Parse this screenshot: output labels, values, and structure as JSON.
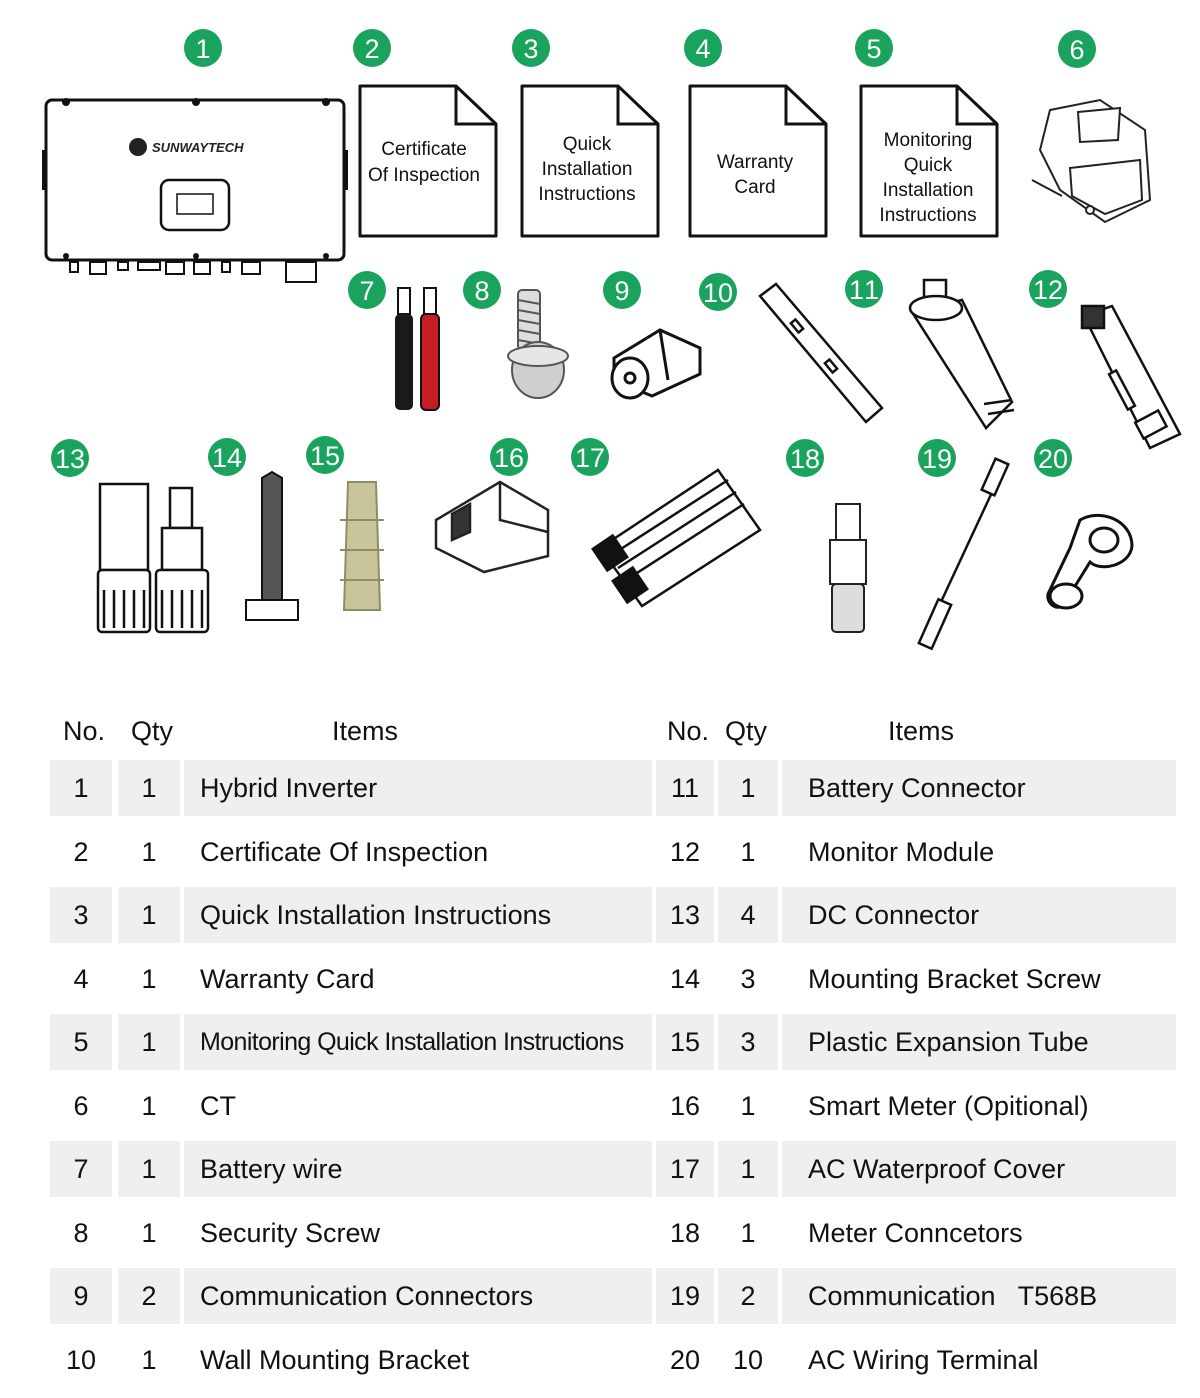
{
  "badges": [
    "1",
    "2",
    "3",
    "4",
    "5",
    "6",
    "7",
    "8",
    "9",
    "10",
    "11",
    "12",
    "13",
    "14",
    "15",
    "16",
    "17",
    "18",
    "19",
    "20"
  ],
  "inverter": {
    "brand": "SUNWAYTECH"
  },
  "docs": [
    {
      "lines": [
        "Certificate",
        "Of Inspection"
      ]
    },
    {
      "lines": [
        "Quick",
        "Installation",
        "Instructions"
      ]
    },
    {
      "lines": [
        "Warranty",
        "Card"
      ]
    },
    {
      "lines": [
        "Monitoring",
        "Quick",
        "Installation",
        "Instructions"
      ]
    }
  ],
  "table": {
    "headers": {
      "no": "No.",
      "qty": "Qty",
      "items": "Items"
    },
    "left": [
      {
        "no": "1",
        "qty": "1",
        "item": "Hybrid Inverter"
      },
      {
        "no": "2",
        "qty": "1",
        "item": "Certificate Of Inspection"
      },
      {
        "no": "3",
        "qty": "1",
        "item": "Quick Installation Instructions"
      },
      {
        "no": "4",
        "qty": "1",
        "item": "Warranty Card"
      },
      {
        "no": "5",
        "qty": "1",
        "item": "Monitoring Quick Installation Instructions"
      },
      {
        "no": "6",
        "qty": "1",
        "item": "CT"
      },
      {
        "no": "7",
        "qty": "1",
        "item": "Battery wire"
      },
      {
        "no": "8",
        "qty": "1",
        "item": "Security Screw"
      },
      {
        "no": "9",
        "qty": "2",
        "item": "Communication Connectors"
      },
      {
        "no": "10",
        "qty": "1",
        "item": "Wall Mounting Bracket"
      }
    ],
    "right": [
      {
        "no": "11",
        "qty": "1",
        "item": "Battery Connector"
      },
      {
        "no": "12",
        "qty": "1",
        "item": "Monitor Module"
      },
      {
        "no": "13",
        "qty": "4",
        "item": "DC Connector"
      },
      {
        "no": "14",
        "qty": "3",
        "item": "Mounting Bracket Screw"
      },
      {
        "no": "15",
        "qty": "3",
        "item": "Plastic Expansion Tube"
      },
      {
        "no": "16",
        "qty": "1",
        "item": "Smart Meter (Opitional)"
      },
      {
        "no": "17",
        "qty": "1",
        "item": "AC Waterproof Cover"
      },
      {
        "no": "18",
        "qty": "1",
        "item": "Meter Conncetors"
      },
      {
        "no": "19",
        "qty": "2",
        "item": "Communication   T568B"
      },
      {
        "no": "20",
        "qty": "10",
        "item": "AC Wiring Terminal"
      }
    ]
  },
  "colors": {
    "badge": "#1aa35c",
    "shade": "#efefef"
  }
}
